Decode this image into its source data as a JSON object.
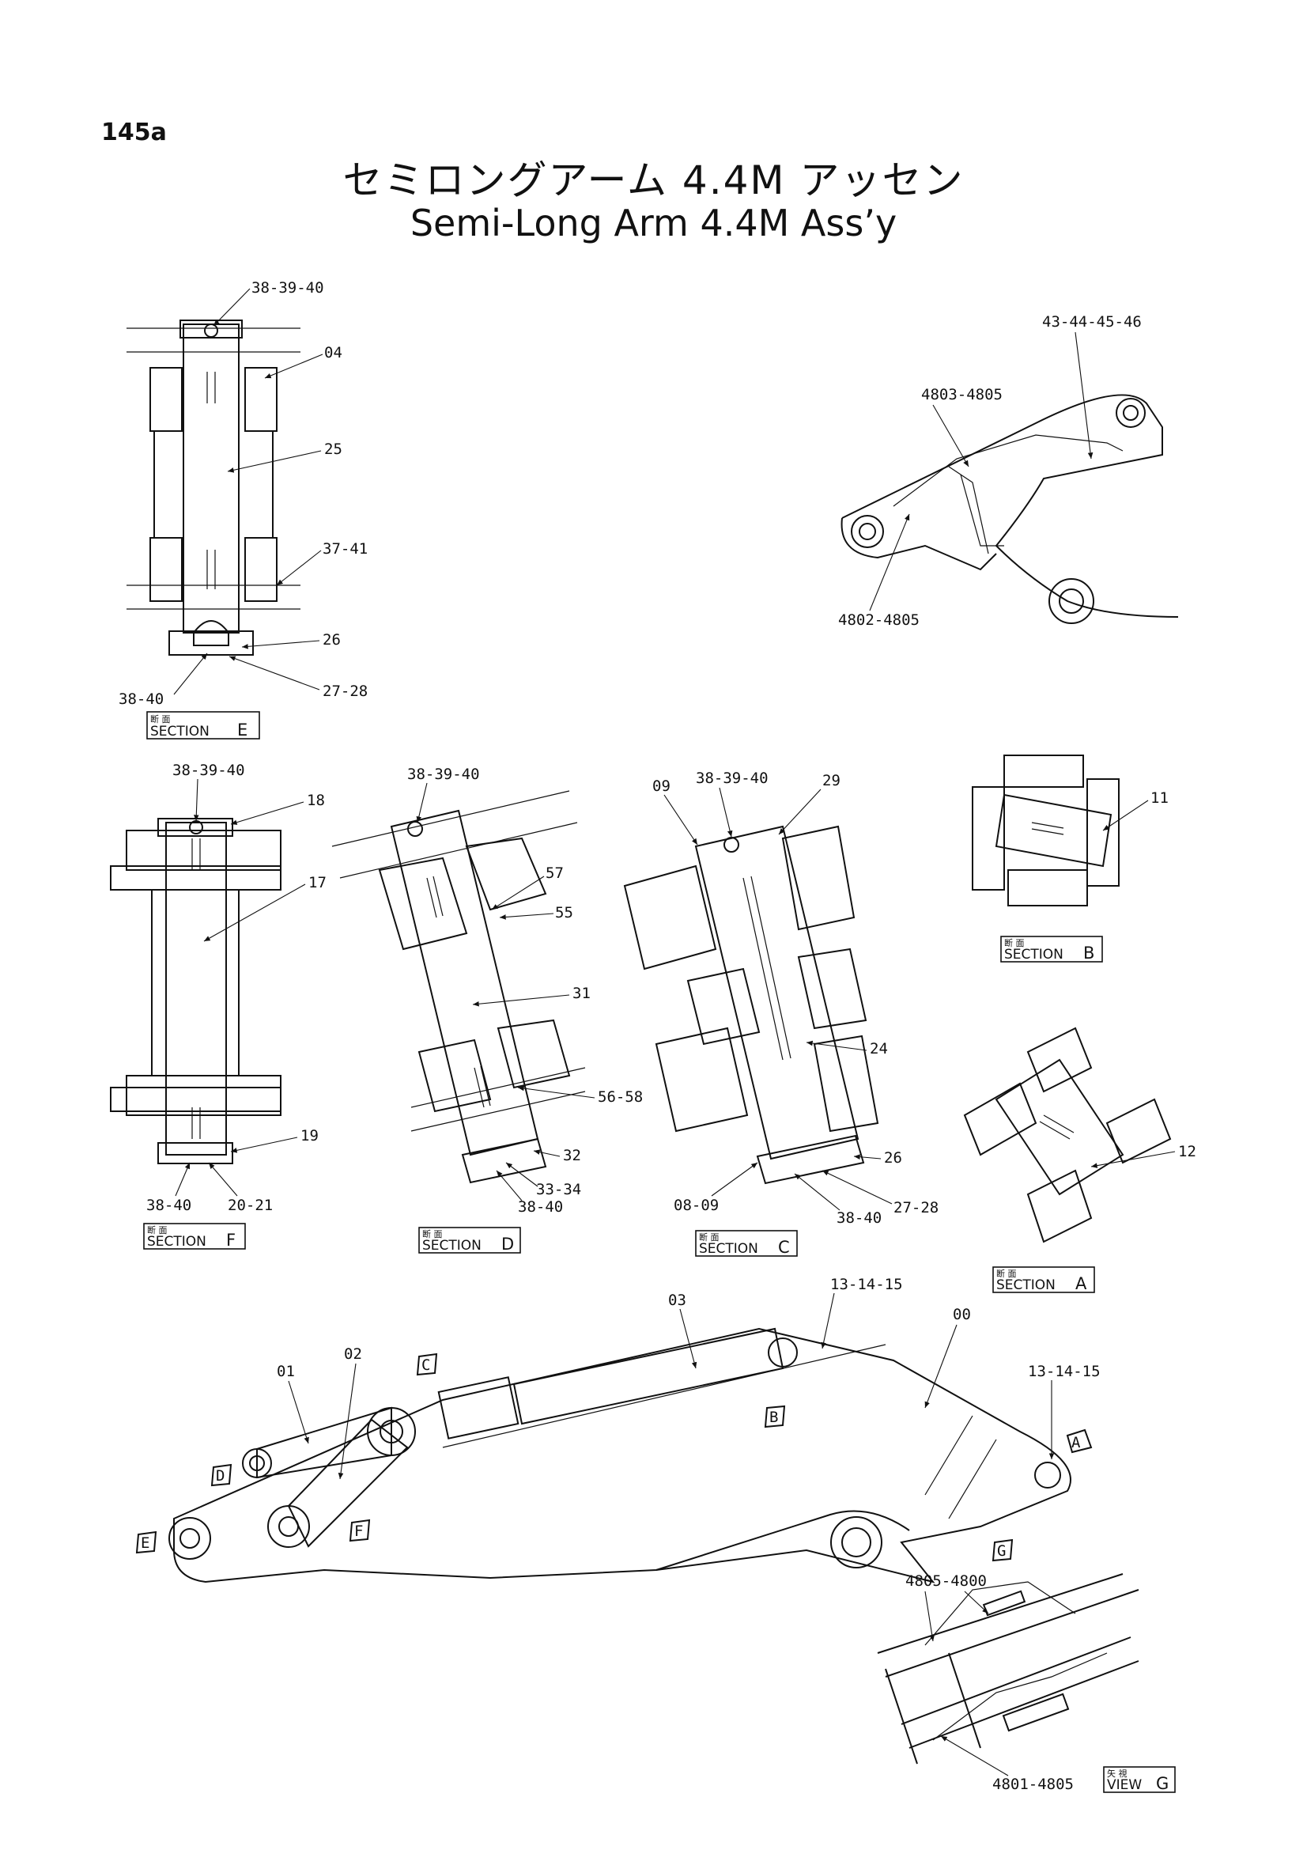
{
  "page_number": "145a",
  "title_jp": "セミロングアーム 4.4M アッセン",
  "title_en": "Semi-Long Arm 4.4M Ass’y",
  "section_kanji": "断 面",
  "section_word": "SECTION",
  "view_kanji": "矢 視",
  "view_word": "VIEW",
  "sections": {
    "E": "E",
    "F": "F",
    "D": "D",
    "C": "C",
    "B": "B",
    "A": "A"
  },
  "view_letter": "G",
  "callouts": {
    "e_38_39_40": "38-39-40",
    "e_04": "04",
    "e_25": "25",
    "e_37_41": "37-41",
    "e_26": "26",
    "e_27_28": "27-28",
    "e_38_40": "38-40",
    "top_43_46": "43-44-45-46",
    "top_4803": "4803-4805",
    "top_4802": "4802-4805",
    "f_38_39_40": "38-39-40",
    "f_18": "18",
    "f_17": "17",
    "f_19": "19",
    "f_38_40": "38-40",
    "f_20_21": "20-21",
    "d_38_39_40": "38-39-40",
    "d_57": "57",
    "d_55": "55",
    "d_31": "31",
    "d_56_58": "56-58",
    "d_32": "32",
    "d_33_34": "33-34",
    "d_38_40": "38-40",
    "c_09": "09",
    "c_38_39_40": "38-39-40",
    "c_29": "29",
    "c_24": "24",
    "c_26": "26",
    "c_27_28": "27-28",
    "c_08_09": "08-09",
    "c_38_40": "38-40",
    "b_11": "11",
    "a_12": "12",
    "m_03": "03",
    "m_13_14_15a": "13-14-15",
    "m_00": "00",
    "m_13_14_15b": "13-14-15",
    "m_01": "01",
    "m_02": "02",
    "g_4805_4800": "4805-4800",
    "g_4801_4805": "4801-4805"
  },
  "view_markers": {
    "A": "A",
    "B": "B",
    "C": "C",
    "D": "D",
    "E": "E",
    "F": "F",
    "G": "G"
  }
}
